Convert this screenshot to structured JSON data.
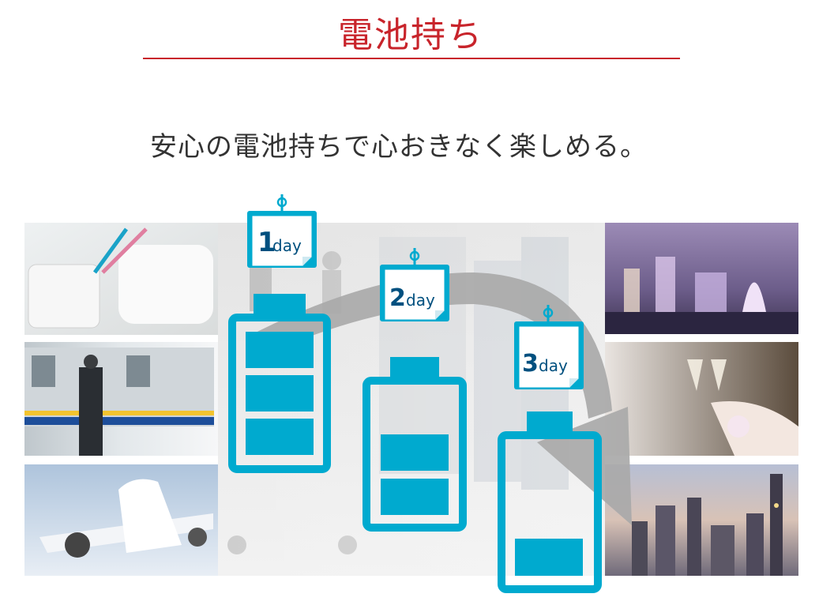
{
  "page": {
    "title": "電池持ち",
    "subtitle": "安心の電池持ちで心おきなく楽しめる。"
  },
  "calendars": [
    {
      "number": "1",
      "unit": "day"
    },
    {
      "number": "2",
      "unit": "day"
    },
    {
      "number": "3",
      "unit": "day"
    }
  ],
  "batteries": [
    {
      "filled_cells": 3,
      "total_cells": 3
    },
    {
      "filled_cells": 2,
      "total_cells": 3
    },
    {
      "filled_cells": 1,
      "total_cells": 3
    }
  ],
  "colors": {
    "title": "#c8242b",
    "accent": "#00aacf",
    "text": "#333333",
    "arrow": "#a9a9a9"
  },
  "photos": [
    "toothbrush-cup-photo",
    "commuter-train-photo",
    "airplane-photo",
    "crowd-street-photo",
    "night-harbor-city-photo",
    "champagne-toast-photo",
    "skyline-dusk-photo"
  ]
}
